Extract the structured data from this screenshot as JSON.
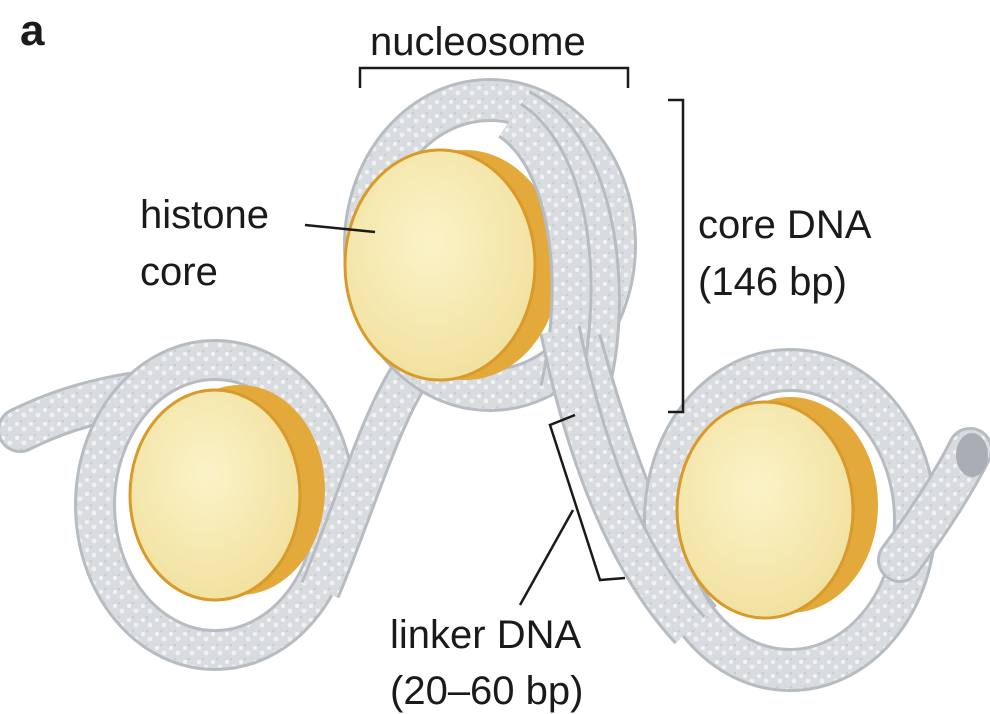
{
  "panel_label": "a",
  "labels": {
    "nucleosome": "nucleosome",
    "histone_line1": "histone",
    "histone_line2": "core",
    "core_dna_line1": "core DNA",
    "core_dna_line2": "(146 bp)",
    "linker_line1": "linker DNA",
    "linker_line2": "(20–60 bp)"
  },
  "colors": {
    "dna_fill": "#d9dcdf",
    "dna_shade": "#b7bcc2",
    "histone_fill": "#f6eab3",
    "histone_edge": "#d89a2a",
    "histone_side": "#e3a93a"
  }
}
